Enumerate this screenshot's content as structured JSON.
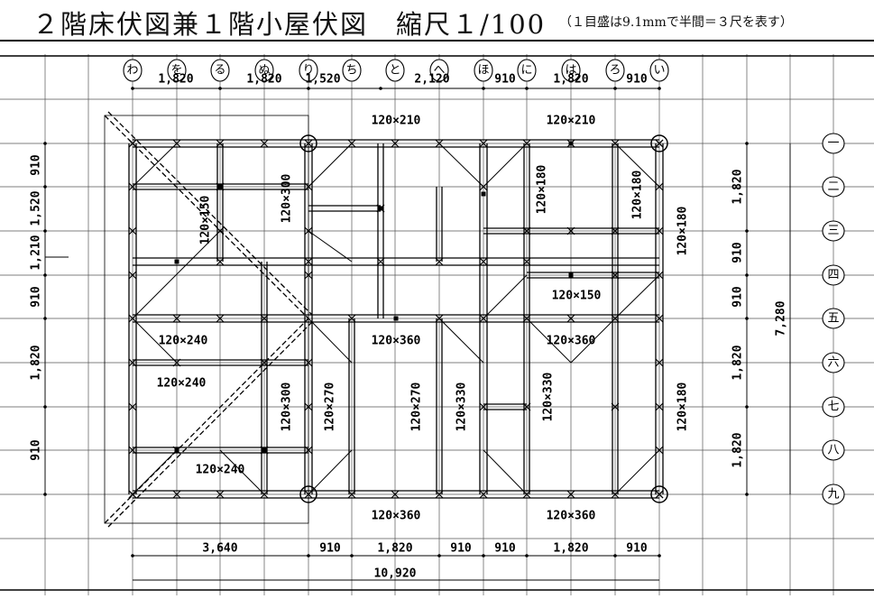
{
  "title": {
    "main": "２階床伏図兼１階小屋伏図　縮尺１/100",
    "note": "（１目盛は9.1mmで半間＝３尺を表す）"
  },
  "columns": [
    "わ",
    "を",
    "る",
    "ぬ",
    "り",
    "ち",
    "と",
    "へ",
    "ほ",
    "に",
    "は",
    "ろ",
    "い"
  ],
  "rows": [
    "一",
    "二",
    "三",
    "四",
    "五",
    "六",
    "七",
    "八",
    "九"
  ],
  "top_dims": [
    "1,820",
    "1,820",
    "1,520",
    "2,120",
    "910",
    "1,820",
    "910"
  ],
  "bottom_dims": [
    "3,640",
    "910",
    "1,820",
    "910",
    "910",
    "1,820",
    "910"
  ],
  "bottom_total": "10,920",
  "left_dims": [
    "910",
    "1,520",
    "1,210",
    "910",
    "1,820",
    "910"
  ],
  "right_dims": [
    "1,820",
    "910",
    "910",
    "1,820",
    "1,820"
  ],
  "right_total": "7,280",
  "beams_h": [
    "120×210",
    "120×210",
    "120×150",
    "120×240",
    "120×360",
    "120×360",
    "120×240",
    "120×240",
    "120×360",
    "120×360"
  ],
  "beams_v": [
    "120×150",
    "120×300",
    "120×180",
    "120×180",
    "120×180",
    "120×300",
    "120×270",
    "120×270",
    "120×330",
    "120×330",
    "120×180"
  ],
  "colors": {
    "ink": "#000000",
    "paper": "#ffffff",
    "grid": "#555555"
  }
}
